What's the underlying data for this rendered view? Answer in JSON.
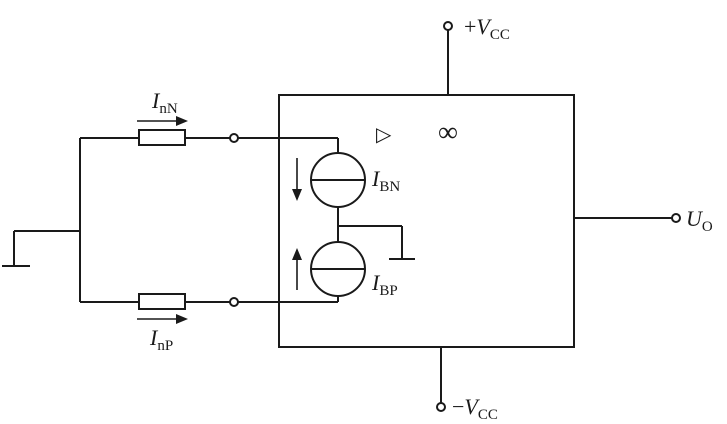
{
  "labels": {
    "input_current_n": {
      "symbol": "I",
      "subscript": "nN"
    },
    "input_current_p": {
      "symbol": "I",
      "subscript": "nP"
    },
    "bias_current_n": {
      "symbol": "I",
      "subscript": "BN"
    },
    "bias_current_p": {
      "symbol": "I",
      "subscript": "BP"
    },
    "supply_positive": {
      "sign": "+",
      "symbol": "V",
      "subscript": "CC"
    },
    "supply_negative": {
      "sign": "−",
      "symbol": "V",
      "subscript": "CC"
    },
    "output": {
      "symbol": "U",
      "subscript": "O"
    },
    "opamp_triangle": "▷",
    "opamp_gain": "∞"
  }
}
